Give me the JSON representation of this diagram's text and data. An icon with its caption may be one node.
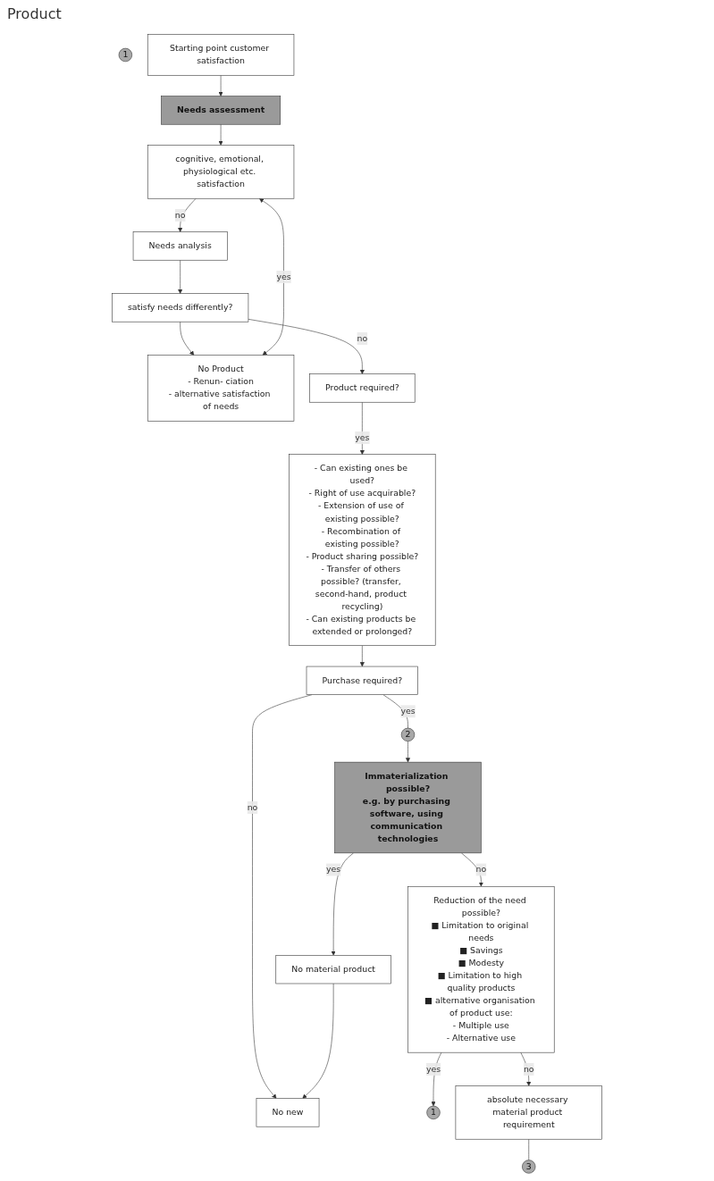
{
  "diagram": {
    "nodes": [
      {
        "text": [
          "1"
        ]
      },
      {
        "text": [
          "Starting point customer satisfaction"
        ]
      },
      {
        "text": [
          "Needs assessment"
        ]
      },
      {
        "text": [
          "cognitive, emotional, physiological etc. satisfaction"
        ]
      },
      {
        "text": [
          "No Product",
          "- Renun- ciation",
          "- alternative satisfaction of needs"
        ]
      },
      {
        "text": [
          "Needs analysis"
        ]
      },
      {
        "text": [
          "satisfy needs differently?"
        ]
      },
      {
        "text": [
          "Product required?"
        ]
      },
      {
        "text": [
          "- Can existing ones be used?",
          "- Right of use acquirable?",
          "- Extension of use of existing possible?",
          "- Recombination of existing possible?",
          "- Product sharing possible?",
          "- Transfer of others possible? (transfer, second-hand, product recycling)",
          "- Can existing products be extended or prolonged?"
        ]
      },
      {
        "text": [
          "Purchase required?"
        ]
      },
      {
        "text": [
          "No new"
        ]
      },
      {
        "text": [
          "2"
        ]
      },
      {
        "text": [
          "Immaterialization possible?",
          "e.g. by purchasing software, using communication technologies"
        ]
      },
      {
        "text": [
          "No material product"
        ]
      },
      {
        "text": [
          "Reduction of the need possible?",
          "■ Limitation to original needs",
          "■ Savings",
          "■ Modesty",
          "■ Limitation to high quality products",
          "■ alternative organisation of product use:",
          "- Multiple use",
          "- Alternative use"
        ]
      },
      {
        "text": [
          "1"
        ]
      },
      {
        "text": [
          "absolute necessary material product requirement"
        ]
      },
      {
        "text": [
          "3"
        ]
      }
    ],
    "edges": [
      {
        "from": 1,
        "to": 2,
        "arrow": "to"
      },
      {
        "from": 2,
        "to": 3,
        "arrow": "to"
      },
      {
        "from": 4,
        "to": 3,
        "arrow": "both",
        "label": "yes"
      },
      {
        "from": 3,
        "to": 5,
        "arrow": "to",
        "label": "no"
      },
      {
        "from": 5,
        "to": 6,
        "arrow": "to"
      },
      {
        "from": 6,
        "to": 4,
        "arrow": "to"
      },
      {
        "from": 6,
        "to": 7,
        "arrow": "to",
        "label": "no"
      },
      {
        "from": 7,
        "to": 8,
        "arrow": "to",
        "label": "yes"
      },
      {
        "from": 8,
        "to": 9,
        "arrow": "to"
      },
      {
        "from": 9,
        "to": 10,
        "arrow": "to",
        "label": "no"
      },
      {
        "from": 9,
        "to": 11,
        "arrow": "none",
        "label": "yes"
      },
      {
        "from": 11,
        "to": 12,
        "arrow": "to"
      },
      {
        "from": 12,
        "to": 13,
        "arrow": "to",
        "label": "yes"
      },
      {
        "from": 12,
        "to": 14,
        "arrow": "to",
        "label": "no"
      },
      {
        "from": 14,
        "to": 15,
        "arrow": "to",
        "label": "yes"
      },
      {
        "from": 13,
        "to": 10,
        "arrow": "to"
      },
      {
        "from": 14,
        "to": 16,
        "arrow": "to",
        "label": "no"
      },
      {
        "from": 16,
        "to": 17,
        "arrow": "none"
      }
    ],
    "labels": [
      "Product"
    ]
  }
}
